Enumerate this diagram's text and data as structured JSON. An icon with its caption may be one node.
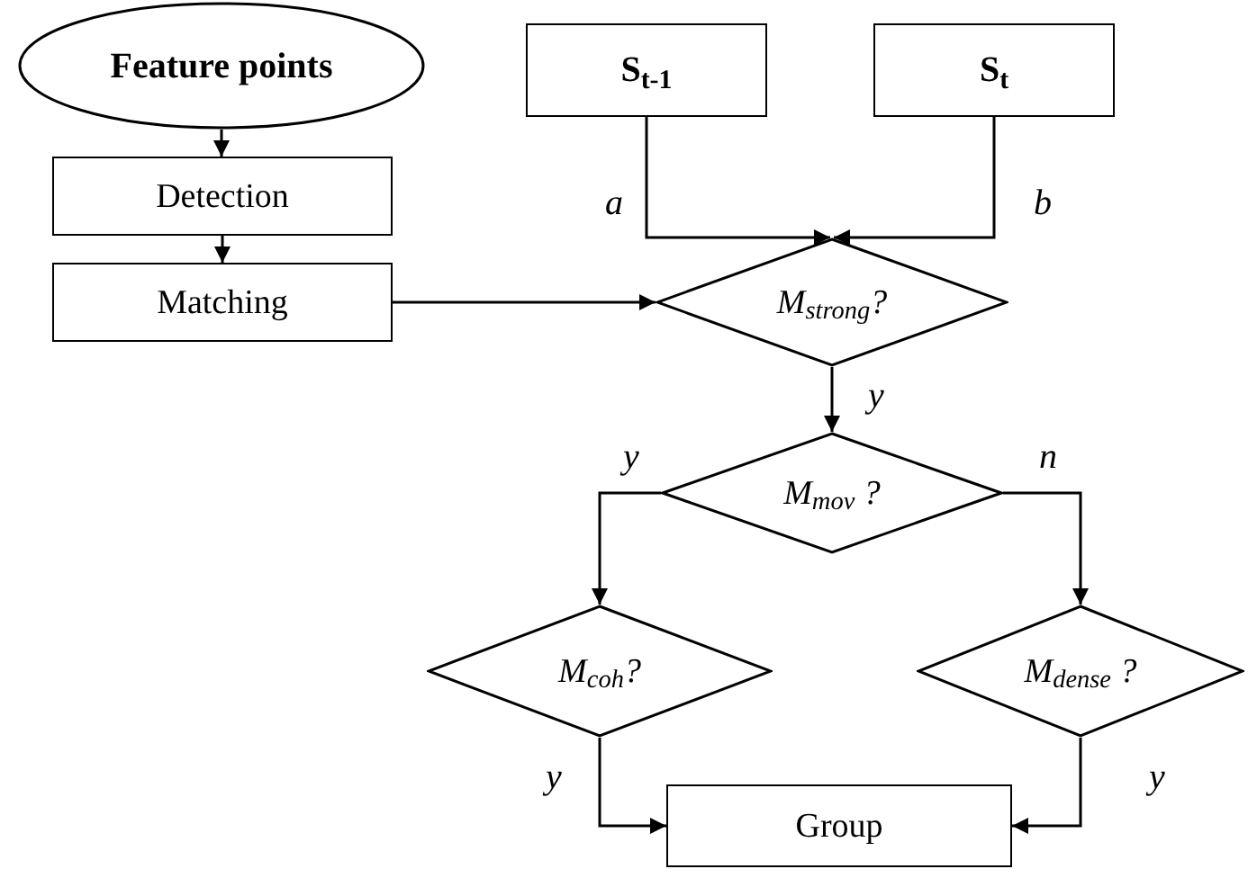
{
  "diagram": {
    "nodes": [
      {
        "text": [
          "Feature points"
        ]
      },
      {
        "text": [
          "Detection"
        ]
      },
      {
        "text": [
          "Matching"
        ]
      },
      {
        "text": [
          "S$_{t-1}$"
        ]
      },
      {
        "text": [
          "S$_{t}$"
        ]
      },
      {
        "text": [
          "M$_{strong}$?"
        ]
      },
      {
        "text": [
          "M$_{mov}$ ?"
        ]
      },
      {
        "text": [
          "M$_{coh}$?"
        ]
      },
      {
        "text": [
          "M$_{dense}$ ?"
        ]
      },
      {
        "text": [
          "Group"
        ]
      }
    ],
    "edges": [
      {
        "from": 0,
        "to": 1,
        "arrow": "to"
      },
      {
        "from": 1,
        "to": 2,
        "arrow": "to"
      },
      {
        "from": 2,
        "to": 5,
        "arrow": "to"
      },
      {
        "from": 3,
        "to": 5,
        "arrow": "to",
        "label": "a"
      },
      {
        "from": 4,
        "to": 5,
        "arrow": "to",
        "label": "b"
      },
      {
        "from": 5,
        "to": 6,
        "arrow": "to",
        "label": "y"
      },
      {
        "from": 6,
        "to": 7,
        "arrow": "to",
        "label": "y"
      },
      {
        "from": 6,
        "to": 8,
        "arrow": "to",
        "label": "n"
      },
      {
        "from": 7,
        "to": 9,
        "arrow": "to",
        "label": "y"
      },
      {
        "from": 8,
        "to": 9,
        "arrow": "to",
        "label": "y"
      }
    ]
  }
}
